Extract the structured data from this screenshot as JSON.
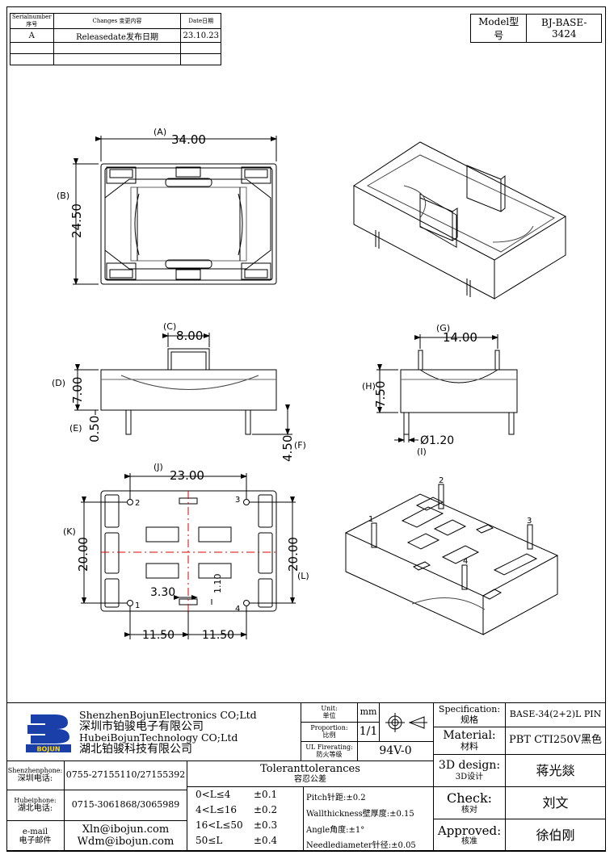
{
  "revision_table": {
    "headers": [
      "Serialnumber序号",
      "Changes 变更内容",
      "Date日期"
    ],
    "rows": [
      {
        "serial": "A",
        "change": "Releasedate发布日期",
        "date": "23.10.23"
      },
      {
        "serial": "",
        "change": "",
        "date": ""
      },
      {
        "serial": "",
        "change": "",
        "date": ""
      }
    ]
  },
  "model": {
    "label": "Model型号",
    "value": "BJ-BASE-3424"
  },
  "dimensions": {
    "A": "(A)",
    "A_val": "34.00",
    "B": "(B)",
    "B_val": "24.50",
    "C": "(C)",
    "C_val": "8.00",
    "D": "(D)",
    "D_val": "7.00",
    "E": "(E)",
    "E_val": "0.50",
    "F": "(F)",
    "F_val": "4.50",
    "G": "(G)",
    "G_val": "14.00",
    "H": "(H)",
    "H_val": "7.50",
    "I": "(I)",
    "I_val": "Ø1.20",
    "J": "(J)",
    "J_val": "23.00",
    "K": "(K)",
    "K_val": "20.00",
    "L": "(L)",
    "L_val": "20.00",
    "small1": "3.30",
    "small2": "1.10",
    "half_left": "11.50",
    "half_right": "11.50",
    "pins": [
      "1",
      "2",
      "3",
      "4"
    ]
  },
  "title_block": {
    "company_en1": "ShenzhenBojunElectronics CO;Ltd",
    "company_cn1": "深圳市铂骏电子有限公司",
    "company_en2": "HubeiBojunTechnology CO;Ltd",
    "company_cn2": "湖北铂骏科技有限公司",
    "logo_text": "BOJUN",
    "unit_label": "Unit:",
    "unit_cn": "单位",
    "unit_val": "mm",
    "proportion_label": "Proportion:",
    "proportion_cn": "比例",
    "proportion_val": "1/1",
    "fire_label": "UL Firerating:",
    "fire_cn": "防火等级",
    "fire_val": "94V-0",
    "spec_label": "Specification:",
    "spec_cn": "规格",
    "spec_val": "BASE-34(2+2)L PIN",
    "material_label": "Material:",
    "material_cn": "材料",
    "material_val": "PBT CTI250V黑色",
    "design_label": "3D design:",
    "design_cn": "3D设计",
    "design_val": "蒋光燚",
    "check_label": "Check:",
    "check_cn": "核对",
    "check_val": "刘文",
    "approved_label": "Approved:",
    "approved_cn": "核准",
    "approved_val": "徐伯刚",
    "sz_phone_label": "Shenzhenphone:",
    "sz_phone_cn": "深圳电话:",
    "sz_phone": "0755-27155110/27155392",
    "hb_phone_label": "Hubeiphone:",
    "hb_phone_cn": "湖北电话:",
    "hb_phone": "0715-3061868/3065989",
    "email_label": "e-mail",
    "email_cn": "电子邮件",
    "email1": "Xln@ibojun.com",
    "email2": "Wdm@ibojun.com",
    "tol_title": "Toleranttolerances",
    "tol_cn": "容忍公差",
    "tolerances": [
      {
        "range": "0<L≤4",
        "val": "±0.1"
      },
      {
        "range": "4<L≤16",
        "val": "±0.2"
      },
      {
        "range": "16<L≤50",
        "val": "±0.3"
      },
      {
        "range": "50≤L",
        "val": "±0.4"
      }
    ],
    "specs": [
      "Pitch针距:±0.2",
      "Wallthickness壁厚度:±0.15",
      "Angle角度:±1°",
      "Needlediameter针径:±0.05"
    ]
  }
}
